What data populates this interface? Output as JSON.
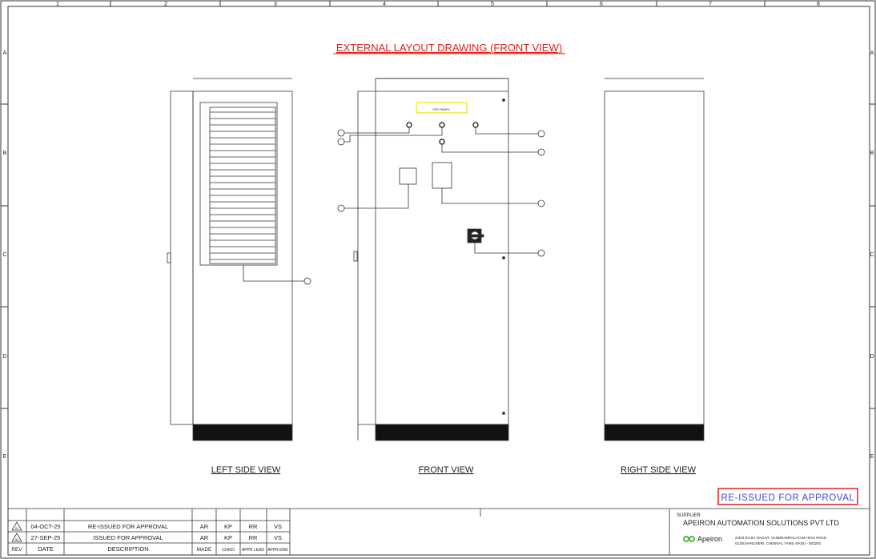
{
  "title": "EXTERNAL LAYOUT DRAWING (FRONT VIEW)",
  "grid": {
    "columns": [
      "1",
      "2",
      "3",
      "4",
      "5",
      "6",
      "7",
      "8"
    ],
    "rows": [
      "A",
      "B",
      "C",
      "D",
      "E"
    ]
  },
  "views": {
    "left": "LEFT SIDE VIEW",
    "front": "FRONT VIEW",
    "right": "RIGHT SIDE VIEW"
  },
  "panel_label": "VFD PANEL",
  "status_stamp": "RE-ISSUED FOR APPROVAL",
  "revisions": {
    "rows": [
      {
        "rev": "01",
        "date": "04-OCT-25",
        "description": "RE-ISSUED FOR APPROVAL",
        "made": "AR",
        "chkd": "KP",
        "appr_lead": "RR",
        "appr_eng": "VS"
      },
      {
        "rev": "00",
        "date": "27-SEP-25",
        "description": "ISSUED FOR APPROVAL",
        "made": "AR",
        "chkd": "KP",
        "appr_lead": "RR",
        "appr_eng": "VS"
      }
    ],
    "header": {
      "rev": "REV",
      "date": "DATE",
      "description": "DESCRIPTION",
      "made": "MADE",
      "chkd": "CHKD",
      "appr_lead": "APPR LEAD",
      "appr_eng": "APPR ENG"
    }
  },
  "supplier": {
    "label": "SUPPLIER",
    "name": "APEIRON AUTOMATION SOLUTIONS PVT LTD",
    "logo_text": "Apeiron",
    "address_line1": "2/303 RAJIV NAGAR, VANDRAMPALAYAM HIGH ROAD",
    "address_line2": "GUDUVANCHERI, CHENNAI, TAMIL NADU - 603202"
  },
  "colors": {
    "accent_red": "#e0201c",
    "stamp_blue": "#3a4fd8",
    "logo_green": "#4cb848",
    "panel_yellow": "#f2ea3a"
  }
}
